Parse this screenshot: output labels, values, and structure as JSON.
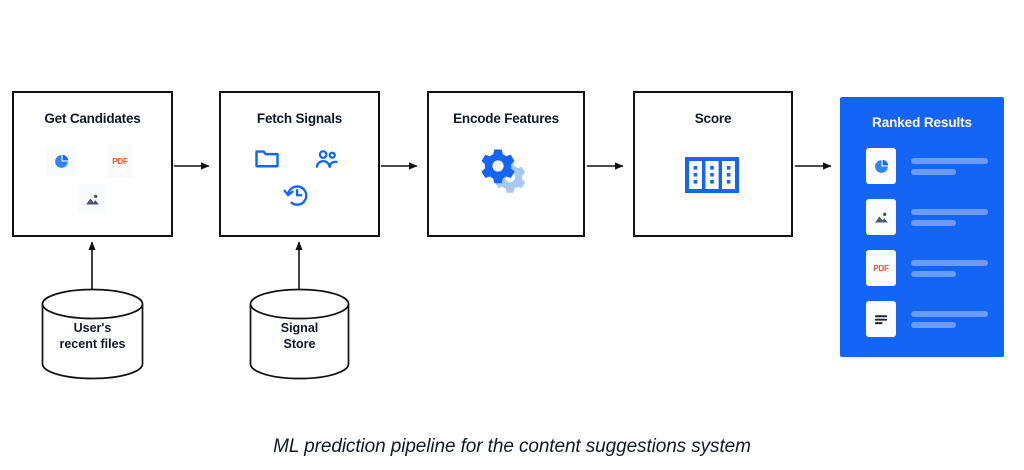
{
  "diagram": {
    "caption": "ML prediction pipeline for the content suggestions system",
    "colors": {
      "accent_blue": "#1464f5",
      "panel_blue": "#1464f5",
      "bar_blue": "#6c9bf7",
      "gear_light": "#a8c8f3",
      "pdf_orange": "#f4542a",
      "image_gray": "#4a5a76",
      "stroke": "#111111"
    },
    "stages": [
      {
        "id": "get-candidates",
        "title": "Get Candidates",
        "icons": [
          "pie-chart-icon",
          "pdf-file-icon",
          "image-file-icon"
        ]
      },
      {
        "id": "fetch-signals",
        "title": "Fetch Signals",
        "icons": [
          "folder-icon",
          "people-icon",
          "history-icon"
        ]
      },
      {
        "id": "encode-features",
        "title": "Encode Features",
        "icons": [
          "gears-icon"
        ]
      },
      {
        "id": "score",
        "title": "Score",
        "icons": [
          "score-grid-icon"
        ]
      }
    ],
    "datastores": [
      {
        "id": "users-recent-files",
        "line1": "User's",
        "line2": "recent files"
      },
      {
        "id": "signal-store",
        "line1": "Signal",
        "line2": "Store"
      }
    ],
    "results": {
      "title": "Ranked Results",
      "rows": [
        {
          "icon": "pie-chart-icon"
        },
        {
          "icon": "image-file-icon"
        },
        {
          "icon": "pdf-file-icon"
        },
        {
          "icon": "document-icon"
        }
      ]
    },
    "connectors": [
      {
        "from": "get-candidates",
        "to": "fetch-signals"
      },
      {
        "from": "fetch-signals",
        "to": "encode-features"
      },
      {
        "from": "encode-features",
        "to": "score"
      },
      {
        "from": "score",
        "to": "ranked-results"
      },
      {
        "from": "users-recent-files",
        "to": "get-candidates"
      },
      {
        "from": "signal-store",
        "to": "fetch-signals"
      }
    ]
  }
}
